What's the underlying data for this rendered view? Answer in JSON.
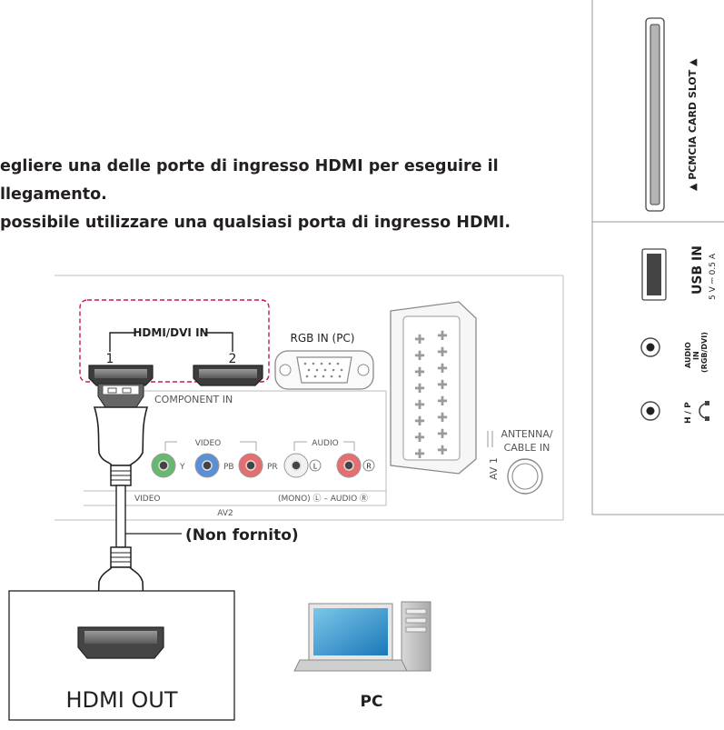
{
  "instructions": {
    "line1": "egliere una delle porte di ingresso HDMI per eseguire il",
    "line2": "llegamento.",
    "line3": "possibile utilizzare una qualsiasi porta di ingresso HDMI."
  },
  "tv_panel": {
    "hdmi_group_label": "HDMI/DVI IN",
    "hdmi_port_1": "1",
    "hdmi_port_2": "2",
    "rgb_label": "RGB IN (PC)",
    "component_label": "COMPONENT IN",
    "video_group": "VIDEO",
    "audio_group": "AUDIO",
    "y_label": "Y",
    "pb_label": "PB",
    "pr_label": "PR",
    "l_label": "L",
    "r_label": "R",
    "video_bottom": "VIDEO",
    "av2_label": "AV2",
    "mono_audio": "(MONO) Ⓛ – AUDIO Ⓡ",
    "av1_label": "AV 1",
    "antenna_label_1": "ANTENNA/",
    "antenna_label_2": "CABLE IN"
  },
  "side_panel": {
    "pcmcia_label": "▲ PCMCIA CARD SLOT ▲",
    "usb_label": "USB IN",
    "usb_power": "5 V ⎓ 0.5 A",
    "audio_in_1": "AUDIO",
    "audio_in_2": "IN",
    "audio_in_3": "(RGB/DVI)",
    "hp_label": "H / P"
  },
  "cable_note": "(Non fornito)",
  "source_device": {
    "label": "HDMI OUT"
  },
  "pc": {
    "label": "PC"
  }
}
